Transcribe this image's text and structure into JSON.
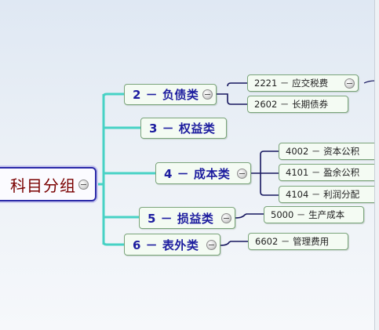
{
  "root": {
    "label": "科目分组"
  },
  "groups": [
    {
      "label": "2 － 负债类",
      "children": [
        "2221 － 应交税费",
        "2602 － 长期债券"
      ]
    },
    {
      "label": "3 － 权益类",
      "children": []
    },
    {
      "label": "4 － 成本类",
      "children": [
        "4002 － 资本公积",
        "4101 － 盈余公积",
        "4104 － 利润分配"
      ]
    },
    {
      "label": "5 － 损益类",
      "children": [
        "5000 － 生产成本"
      ]
    },
    {
      "label": "6 － 表外类",
      "children": [
        "6602 － 管理费用"
      ]
    }
  ],
  "colors": {
    "main_branch": "#47d2c5",
    "sub_branch": "#17175f",
    "node_border": "#7aa47a",
    "root_border": "#2a2aa8"
  },
  "icons": {
    "collapse": "collapse-minus-icon"
  }
}
